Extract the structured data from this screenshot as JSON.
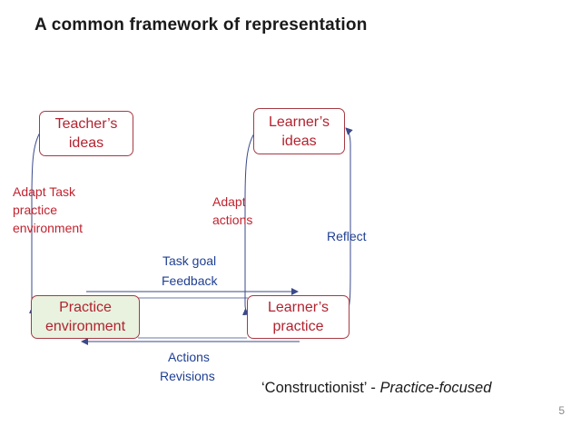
{
  "slide": {
    "title": "A common framework of representation",
    "page_number": "5",
    "caption": {
      "quoted": "‘Constructionist’ - ",
      "italic": "Practice-focused"
    }
  },
  "boxes": {
    "teachers_ideas": "Teacher’s\nideas",
    "learners_ideas": "Learner’s\nideas",
    "practice_environment": "Practice\nenvironment",
    "learners_practice": "Learner’s\npractice"
  },
  "labels": {
    "adapt_task": "Adapt Task\npractice\nenvironment",
    "adapt_actions": "Adapt\nactions",
    "reflect": "Reflect",
    "task_goal": "Task goal",
    "feedback": "Feedback",
    "actions": "Actions",
    "revisions": "Revisions"
  },
  "colors": {
    "box_border": "#a63a44",
    "box_text": "#b2232f",
    "practice_fill": "#e8f2df",
    "arrow": "#3a4a8a",
    "blue_label": "#1f3f93"
  }
}
